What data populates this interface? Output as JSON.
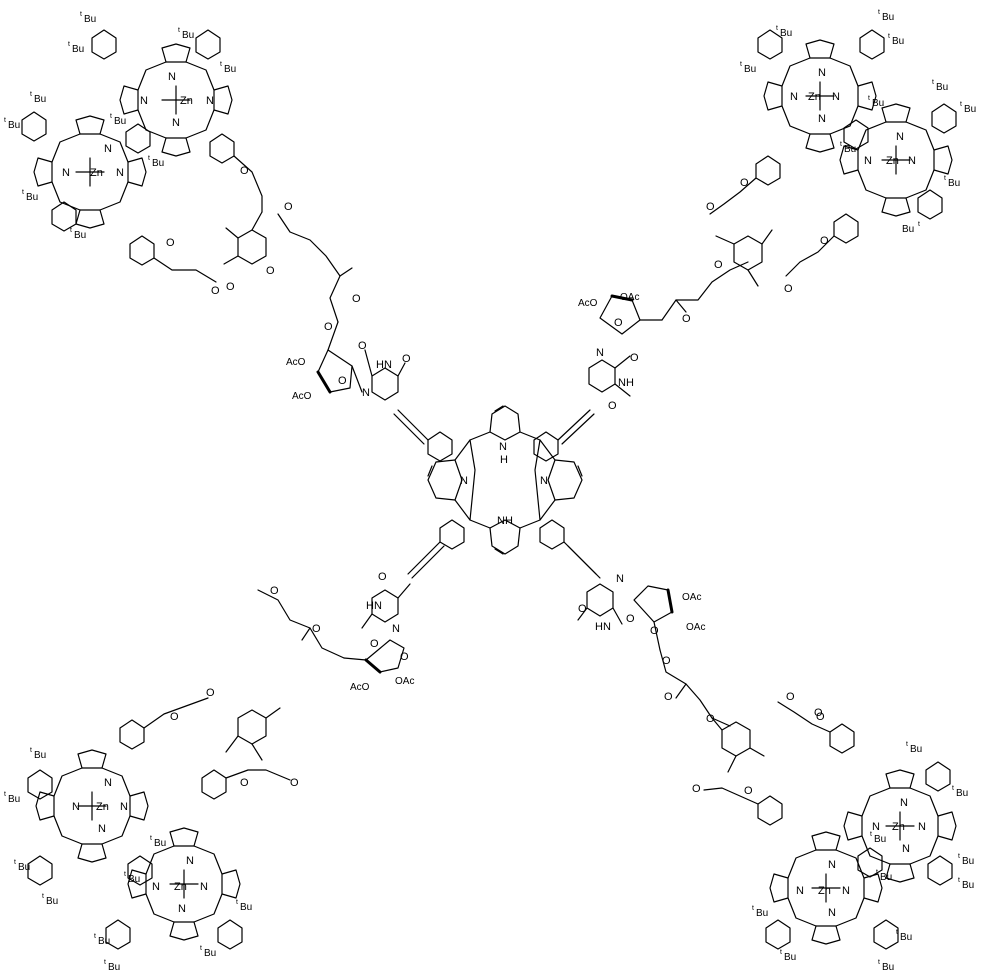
{
  "atoms": {
    "nitrogen": "N",
    "nh": "NH",
    "hn": "HN",
    "h": "H",
    "oxygen": "O",
    "zinc": "Zn",
    "acetoxy_left": "AcO",
    "acetoxy_right": "OAc",
    "tbu_prefix": "t",
    "tbu_suffix": "Bu",
    "tbu_alt": "Bu",
    "tbu_alt_sup": "t"
  },
  "colors": {
    "ink": "#000000",
    "background": "#ffffff"
  }
}
